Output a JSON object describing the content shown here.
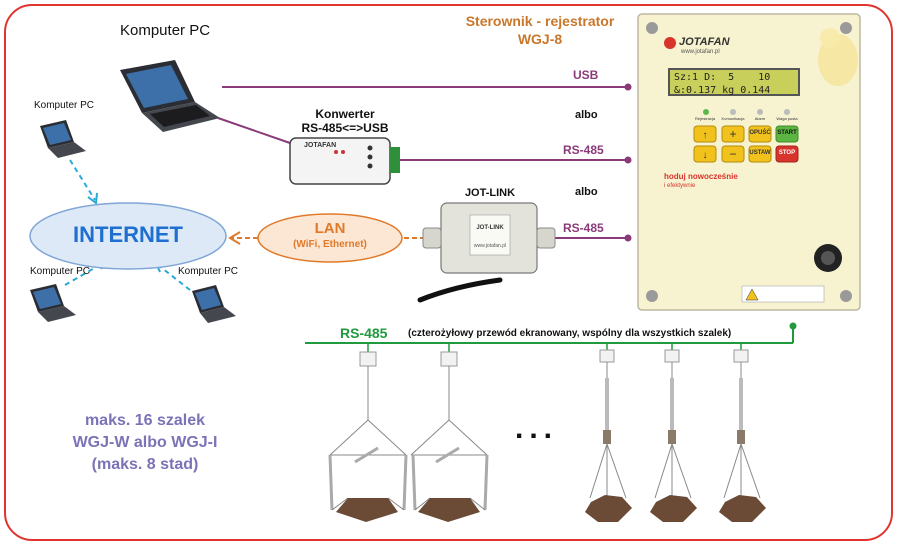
{
  "controller": {
    "title_line1": "Sterownik - rejestrator",
    "title_line2": "WGJ-8",
    "brand": "JOTAFAN",
    "website": "www.jotafan.pl",
    "lcd_line1": "Sz:1 D:  5    10",
    "lcd_line2": "&:0.137 kg 0.144",
    "slogan_line1": "hoduj nowocześnie",
    "slogan_line2": "i efektywnie",
    "buttons": {
      "opusc": "OPUŚĆ",
      "start": "START",
      "ustaw": "USTAW",
      "stop": "STOP"
    },
    "leds": [
      "Rejestracja",
      "Komunikacja",
      "Alarm",
      "Waga pusta"
    ]
  },
  "pc_main": {
    "label": "Komputer PC"
  },
  "converter": {
    "title_line1": "Konwerter",
    "title_line2": "RS-485<=>USB",
    "brand": "JOTAFAN"
  },
  "jotlink": {
    "title": "JOT-LINK",
    "device_label": "JOT-LINK",
    "website": "www.jotafan.pl"
  },
  "links": {
    "usb": "USB",
    "rs485_a": "RS-485",
    "rs485_b": "RS-485",
    "albo_1": "albo",
    "albo_2": "albo"
  },
  "lan": {
    "title": "LAN",
    "subtitle": "(WiFi, Ethernet)"
  },
  "internet": {
    "label": "INTERNET"
  },
  "pcs": {
    "top_left": "Komputer PC",
    "bottom_left": "Komputer PC",
    "bottom_right": "Komputer PC"
  },
  "bus": {
    "title": "RS-485",
    "description": "(czterożyłowy przewód ekranowany, wspólny dla wszystkich szalek)"
  },
  "scales_note": {
    "line1": "maks. 16 szalek",
    "line2": "WGJ-W albo WGJ-I",
    "line3": "(maks. 8 stad)"
  },
  "ellipsis": "...",
  "colors": {
    "frame": "#e0342f",
    "link_line": "#8b3a79",
    "bus_line": "#1f9a3c",
    "lan": "#e07a2a",
    "internet_text": "#1e6fd0",
    "note_text": "#7a73b8",
    "title_orange": "#c9772a",
    "dashed_arrow": "#29a9d8"
  }
}
